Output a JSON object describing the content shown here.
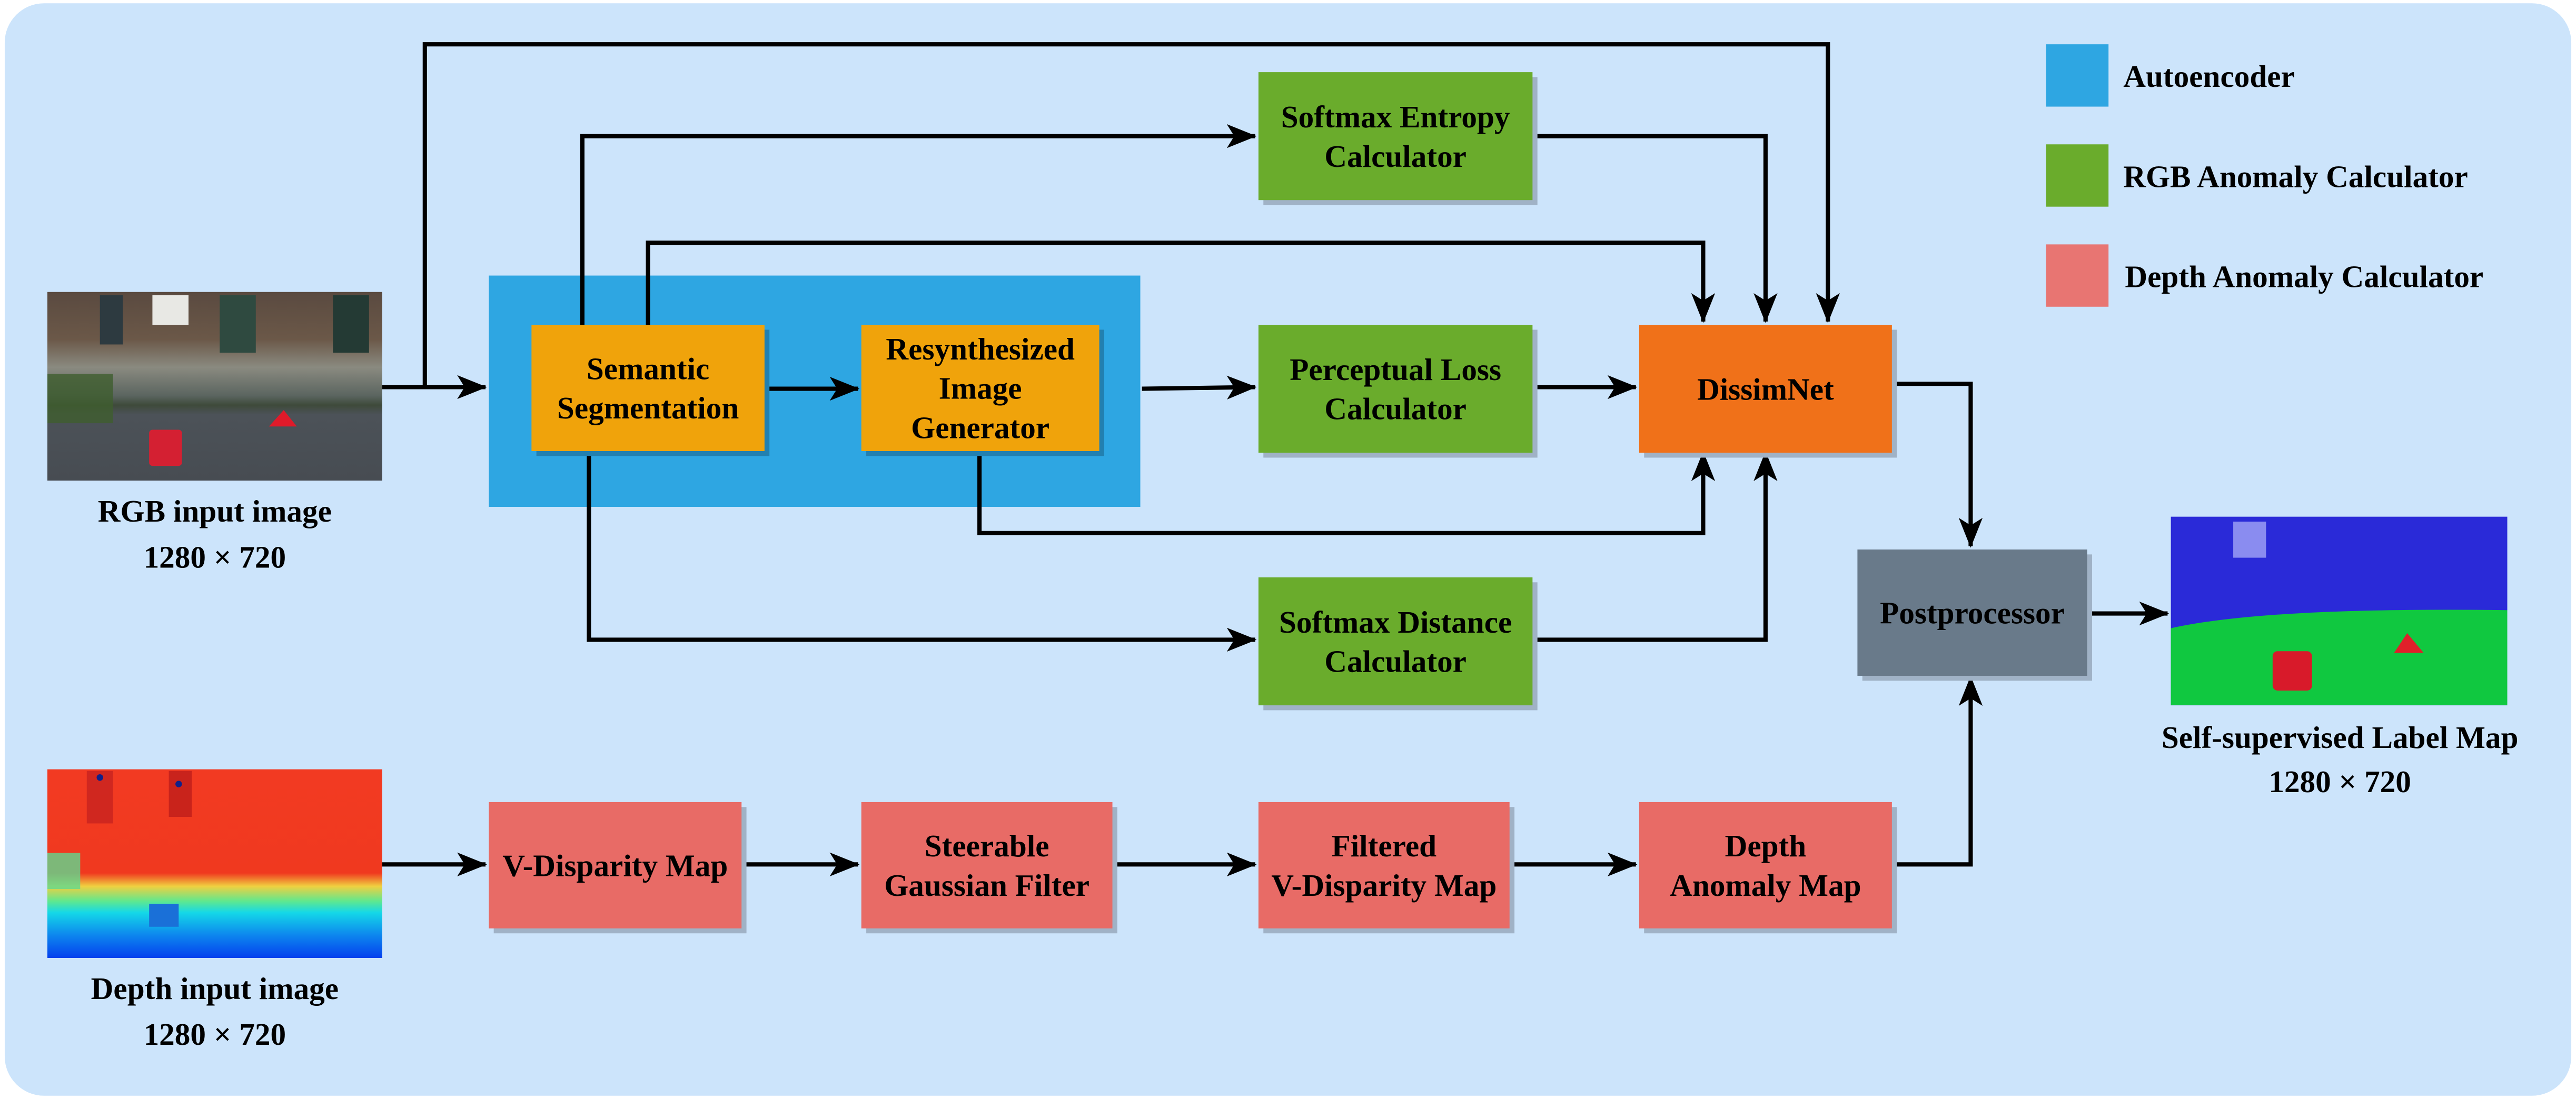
{
  "legend": [
    {
      "label": "Autoencoder",
      "color": "#2ea6e2"
    },
    {
      "label": "RGB Anomaly Calculator",
      "color": "#6aac2c"
    },
    {
      "label": "Depth Anomaly Calculator",
      "color": "#e87572"
    }
  ],
  "colors": {
    "background": "#cce4fb",
    "autoencoder": "#2ea6e2",
    "autoencoder_block": "#f0a30b",
    "rgb_calc": "#6aac2c",
    "depth_calc": "#e86b66",
    "dissimnet": "#f07119",
    "postprocessor": "#697a8a",
    "shadow": "#a0b2c6"
  },
  "inputs": {
    "rgb": {
      "title": "RGB input image",
      "size": "1280 × 720"
    },
    "depth": {
      "title": "Depth input image",
      "size": "1280 × 720"
    }
  },
  "output": {
    "title": "Self-supervised Label Map",
    "size": "1280 × 720"
  },
  "blocks": {
    "semantic_segmentation": [
      "Semantic",
      "Segmentation"
    ],
    "resynthesized": [
      "Resynthesized",
      "Image",
      "Generator"
    ],
    "softmax_entropy": [
      "Softmax Entropy",
      "Calculator"
    ],
    "perceptual_loss": [
      "Perceptual Loss",
      "Calculator"
    ],
    "softmax_distance": [
      "Softmax Distance",
      "Calculator"
    ],
    "dissimnet": [
      "DissimNet"
    ],
    "postprocessor": [
      "Postprocessor"
    ],
    "v_disparity": [
      "V-Disparity Map"
    ],
    "steerable": [
      "Steerable",
      "Gaussian Filter"
    ],
    "filtered_v_disparity": [
      "Filtered",
      "V-Disparity Map"
    ],
    "depth_anomaly": [
      "Depth",
      "Anomaly Map"
    ]
  }
}
